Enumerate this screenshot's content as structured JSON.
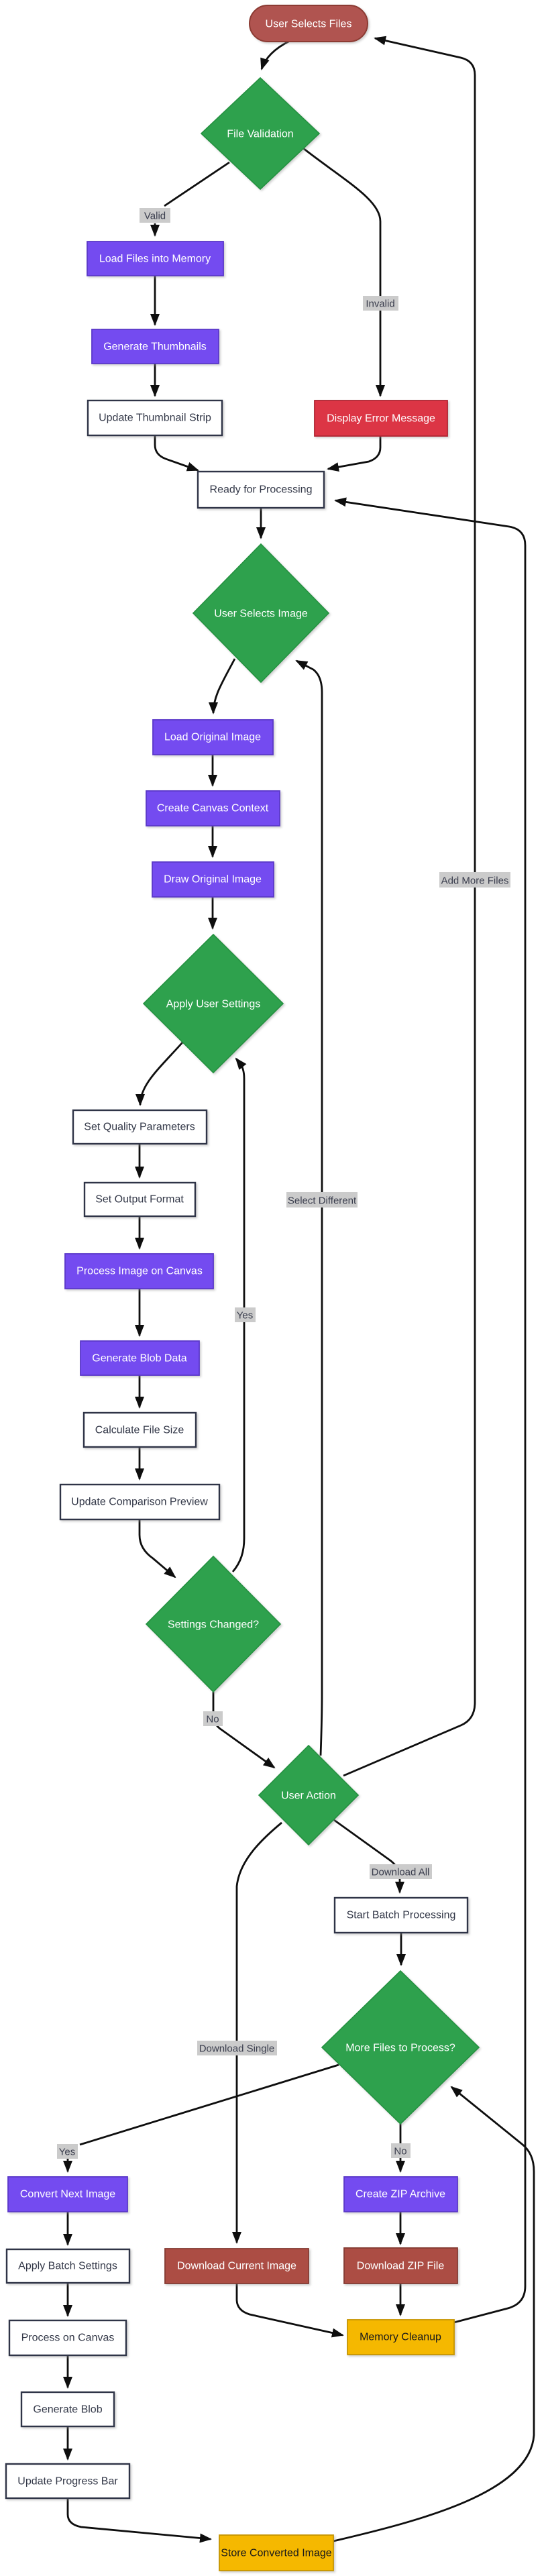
{
  "colors": {
    "background": "#FFFFFF",
    "decision_green": "#2EA14D",
    "process_purple": "#744BF0",
    "error_red": "#DC3545",
    "download_dark_red": "#AC4D44",
    "terminal_dark_red": "#B05450",
    "cleanup_amber": "#F5B800",
    "white_node_border": "#2F3447",
    "arrow": "#0E0E0E",
    "edge_label_bg": "#CBCBCB"
  },
  "nodes": {
    "user_selects_files": {
      "label": "User Selects Files",
      "type": "terminal"
    },
    "file_validation": {
      "label": "File Validation",
      "type": "decision"
    },
    "load_files_into_memory": {
      "label": "Load Files into Memory",
      "type": "process"
    },
    "generate_thumbnails": {
      "label": "Generate Thumbnails",
      "type": "process"
    },
    "update_thumbnail_strip": {
      "label": "Update Thumbnail Strip",
      "type": "step"
    },
    "display_error_message": {
      "label": "Display Error Message",
      "type": "error"
    },
    "ready_for_processing": {
      "label": "Ready for Processing",
      "type": "step"
    },
    "user_selects_image": {
      "label": "User Selects Image",
      "type": "decision"
    },
    "load_original_image": {
      "label": "Load Original Image",
      "type": "process"
    },
    "create_canvas_context": {
      "label": "Create Canvas Context",
      "type": "process"
    },
    "draw_original_image": {
      "label": "Draw Original Image",
      "type": "process"
    },
    "apply_user_settings": {
      "label": "Apply User Settings",
      "type": "decision"
    },
    "set_quality_parameters": {
      "label": "Set Quality Parameters",
      "type": "step"
    },
    "set_output_format": {
      "label": "Set Output Format",
      "type": "step"
    },
    "process_image_on_canvas": {
      "label": "Process Image on Canvas",
      "type": "process"
    },
    "generate_blob_data": {
      "label": "Generate Blob Data",
      "type": "process"
    },
    "calculate_file_size": {
      "label": "Calculate File Size",
      "type": "step"
    },
    "update_comparison_preview": {
      "label": "Update Comparison Preview",
      "type": "step"
    },
    "settings_changed": {
      "label": "Settings Changed?",
      "type": "decision"
    },
    "user_action": {
      "label": "User Action",
      "type": "decision"
    },
    "start_batch_processing": {
      "label": "Start Batch Processing",
      "type": "step"
    },
    "more_files_to_process": {
      "label": "More Files to Process?",
      "type": "decision"
    },
    "convert_next_image": {
      "label": "Convert Next Image",
      "type": "process"
    },
    "create_zip_archive": {
      "label": "Create ZIP Archive",
      "type": "process"
    },
    "apply_batch_settings": {
      "label": "Apply Batch Settings",
      "type": "step"
    },
    "download_current_image": {
      "label": "Download Current Image",
      "type": "download"
    },
    "download_zip_file": {
      "label": "Download ZIP File",
      "type": "download"
    },
    "process_on_canvas": {
      "label": "Process on Canvas",
      "type": "step"
    },
    "memory_cleanup": {
      "label": "Memory Cleanup",
      "type": "cleanup"
    },
    "generate_blob": {
      "label": "Generate Blob",
      "type": "step"
    },
    "update_progress_bar": {
      "label": "Update Progress Bar",
      "type": "step"
    },
    "store_converted_image": {
      "label": "Store Converted Image",
      "type": "cleanup"
    }
  },
  "edge_labels": {
    "valid": "Valid",
    "invalid": "Invalid",
    "add_more_files": "Add More Files",
    "select_different": "Select Different",
    "yes_settings": "Yes",
    "no_settings": "No",
    "download_all": "Download All",
    "download_single": "Download Single",
    "yes_more_files": "Yes",
    "no_more_files": "No"
  },
  "edges": [
    {
      "from": "user_selects_files",
      "to": "file_validation"
    },
    {
      "from": "file_validation",
      "to": "load_files_into_memory",
      "label": "Valid"
    },
    {
      "from": "file_validation",
      "to": "display_error_message",
      "label": "Invalid"
    },
    {
      "from": "load_files_into_memory",
      "to": "generate_thumbnails"
    },
    {
      "from": "generate_thumbnails",
      "to": "update_thumbnail_strip"
    },
    {
      "from": "update_thumbnail_strip",
      "to": "ready_for_processing"
    },
    {
      "from": "display_error_message",
      "to": "ready_for_processing"
    },
    {
      "from": "ready_for_processing",
      "to": "user_selects_image"
    },
    {
      "from": "user_selects_image",
      "to": "load_original_image"
    },
    {
      "from": "load_original_image",
      "to": "create_canvas_context"
    },
    {
      "from": "create_canvas_context",
      "to": "draw_original_image"
    },
    {
      "from": "draw_original_image",
      "to": "apply_user_settings"
    },
    {
      "from": "apply_user_settings",
      "to": "set_quality_parameters"
    },
    {
      "from": "set_quality_parameters",
      "to": "set_output_format"
    },
    {
      "from": "set_output_format",
      "to": "process_image_on_canvas"
    },
    {
      "from": "process_image_on_canvas",
      "to": "generate_blob_data"
    },
    {
      "from": "generate_blob_data",
      "to": "calculate_file_size"
    },
    {
      "from": "calculate_file_size",
      "to": "update_comparison_preview"
    },
    {
      "from": "update_comparison_preview",
      "to": "settings_changed"
    },
    {
      "from": "settings_changed",
      "to": "apply_user_settings",
      "label": "Yes"
    },
    {
      "from": "settings_changed",
      "to": "user_action",
      "label": "No"
    },
    {
      "from": "user_action",
      "to": "start_batch_processing",
      "label": "Download All"
    },
    {
      "from": "user_action",
      "to": "download_current_image",
      "label": "Download Single"
    },
    {
      "from": "user_action",
      "to": "user_selects_files",
      "label": "Add More Files"
    },
    {
      "from": "user_action",
      "to": "user_selects_image",
      "label": "Select Different"
    },
    {
      "from": "start_batch_processing",
      "to": "more_files_to_process"
    },
    {
      "from": "more_files_to_process",
      "to": "convert_next_image",
      "label": "Yes"
    },
    {
      "from": "more_files_to_process",
      "to": "create_zip_archive",
      "label": "No"
    },
    {
      "from": "convert_next_image",
      "to": "apply_batch_settings"
    },
    {
      "from": "apply_batch_settings",
      "to": "process_on_canvas"
    },
    {
      "from": "process_on_canvas",
      "to": "generate_blob"
    },
    {
      "from": "generate_blob",
      "to": "update_progress_bar"
    },
    {
      "from": "update_progress_bar",
      "to": "store_converted_image"
    },
    {
      "from": "store_converted_image",
      "to": "more_files_to_process"
    },
    {
      "from": "create_zip_archive",
      "to": "download_zip_file"
    },
    {
      "from": "download_zip_file",
      "to": "memory_cleanup"
    },
    {
      "from": "download_current_image",
      "to": "memory_cleanup"
    },
    {
      "from": "memory_cleanup",
      "to": "ready_for_processing"
    }
  ]
}
